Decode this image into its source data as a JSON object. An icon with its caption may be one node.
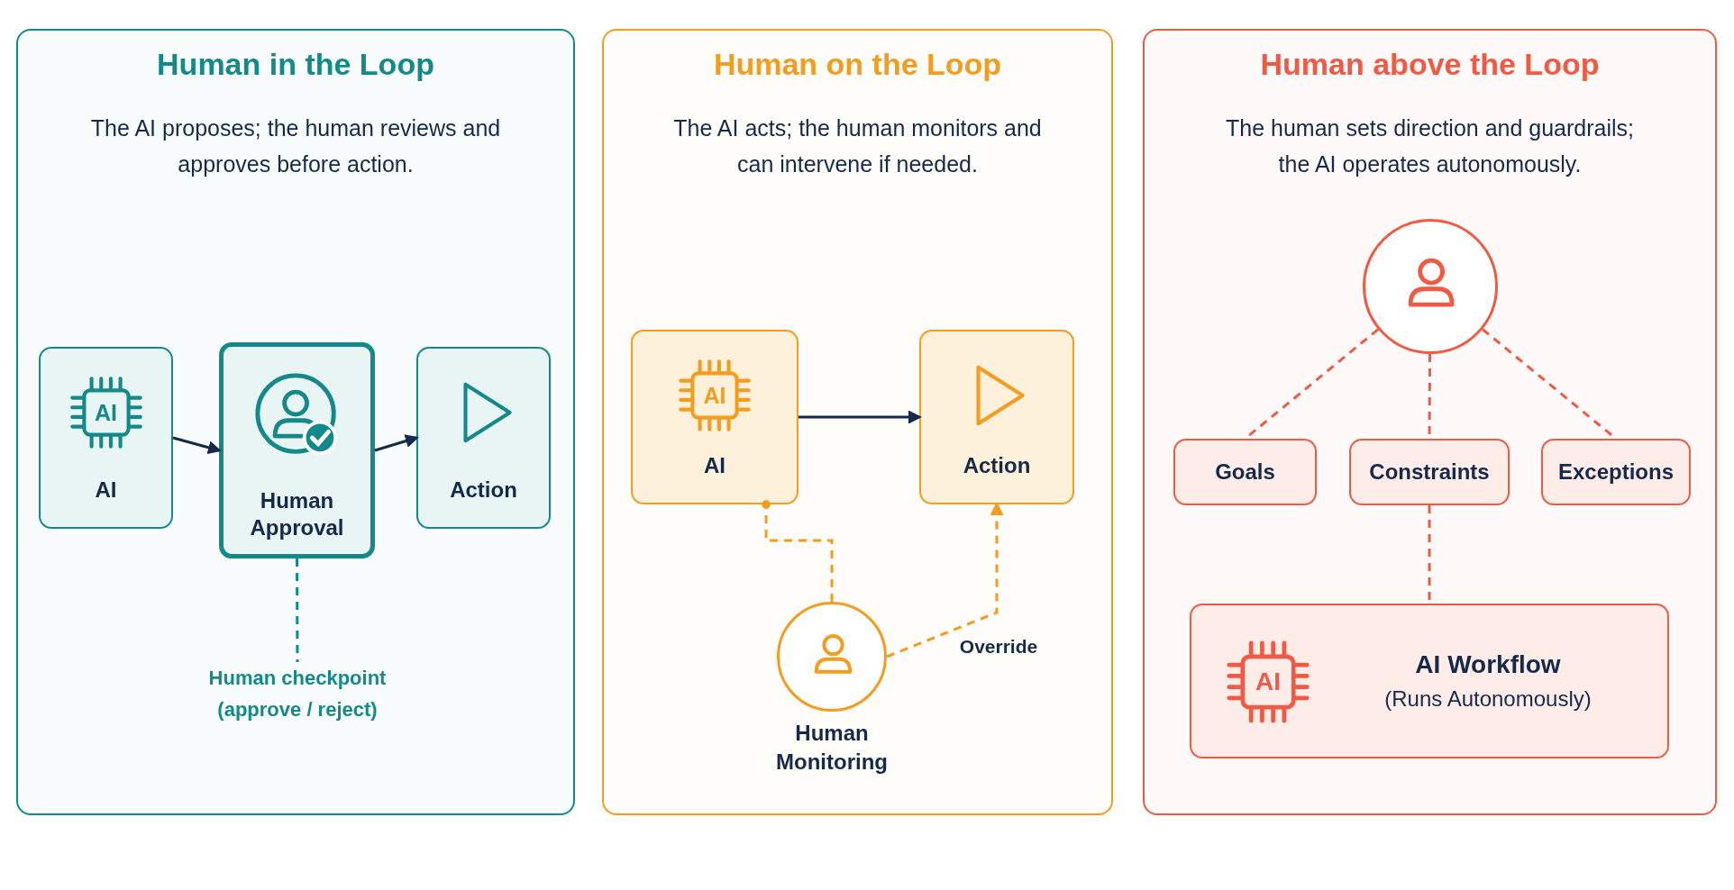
{
  "diagram": {
    "nodes": [
      {
        "text": [
          "Human in the Loop",
          "The AI proposes; the human reviews and approves before action."
        ]
      },
      {
        "text": [
          "AI",
          "AI"
        ],
        "in": 0
      },
      {
        "text": [
          "Human Approval"
        ],
        "in": 0
      },
      {
        "text": [
          "Action"
        ],
        "in": 0
      },
      {
        "text": [
          "Human checkpoint (approve / reject)"
        ],
        "in": 0
      },
      {
        "text": [
          "Human on the Loop",
          "The AI acts; the human monitors and can intervene if needed."
        ]
      },
      {
        "text": [
          "AI",
          "AI"
        ],
        "in": 5
      },
      {
        "text": [
          "Action"
        ],
        "in": 5
      },
      {
        "text": [
          "Human Monitoring"
        ],
        "in": 5
      },
      {
        "text": [
          "Human above the Loop",
          "The human sets direction and guardrails; the AI operates autonomously."
        ]
      },
      {
        "text": [],
        "shape": "circle",
        "in": 9
      },
      {
        "text": [
          "Goals"
        ],
        "in": 9
      },
      {
        "text": [
          "Constraints"
        ],
        "in": 9
      },
      {
        "text": [
          "Exceptions"
        ],
        "in": 9
      },
      {
        "text": [
          "AI",
          "AI Workflow",
          "(Runs Autonomously)"
        ],
        "in": 9
      }
    ],
    "edges": [
      {
        "from": 1,
        "to": 2,
        "arrow": "to",
        "color": "#152a4a"
      },
      {
        "from": 2,
        "to": 3,
        "arrow": "to",
        "color": "#152a4a"
      },
      {
        "from": 2,
        "to": 4,
        "arrow": "none",
        "style": "dashed",
        "color": "#14898a"
      },
      {
        "from": 6,
        "to": 7,
        "arrow": "to",
        "color": "#152a4a"
      },
      {
        "from": 8,
        "to": 6,
        "arrow": "other",
        "style": "dashed",
        "color": "#f39c1f"
      },
      {
        "from": 8,
        "to": 7,
        "arrow": "to",
        "style": "dashed",
        "color": "#f39c1f",
        "label": "Override"
      },
      {
        "from": 10,
        "to": 11,
        "arrow": "none",
        "style": "dashed",
        "color": "#f05a45"
      },
      {
        "from": 10,
        "to": 12,
        "arrow": "none",
        "style": "dashed",
        "color": "#f05a45"
      },
      {
        "from": 10,
        "to": 13,
        "arrow": "none",
        "style": "dashed",
        "color": "#f05a45"
      },
      {
        "from": 12,
        "to": 14,
        "arrow": "none",
        "style": "dashed",
        "color": "#f05a45"
      }
    ]
  }
}
